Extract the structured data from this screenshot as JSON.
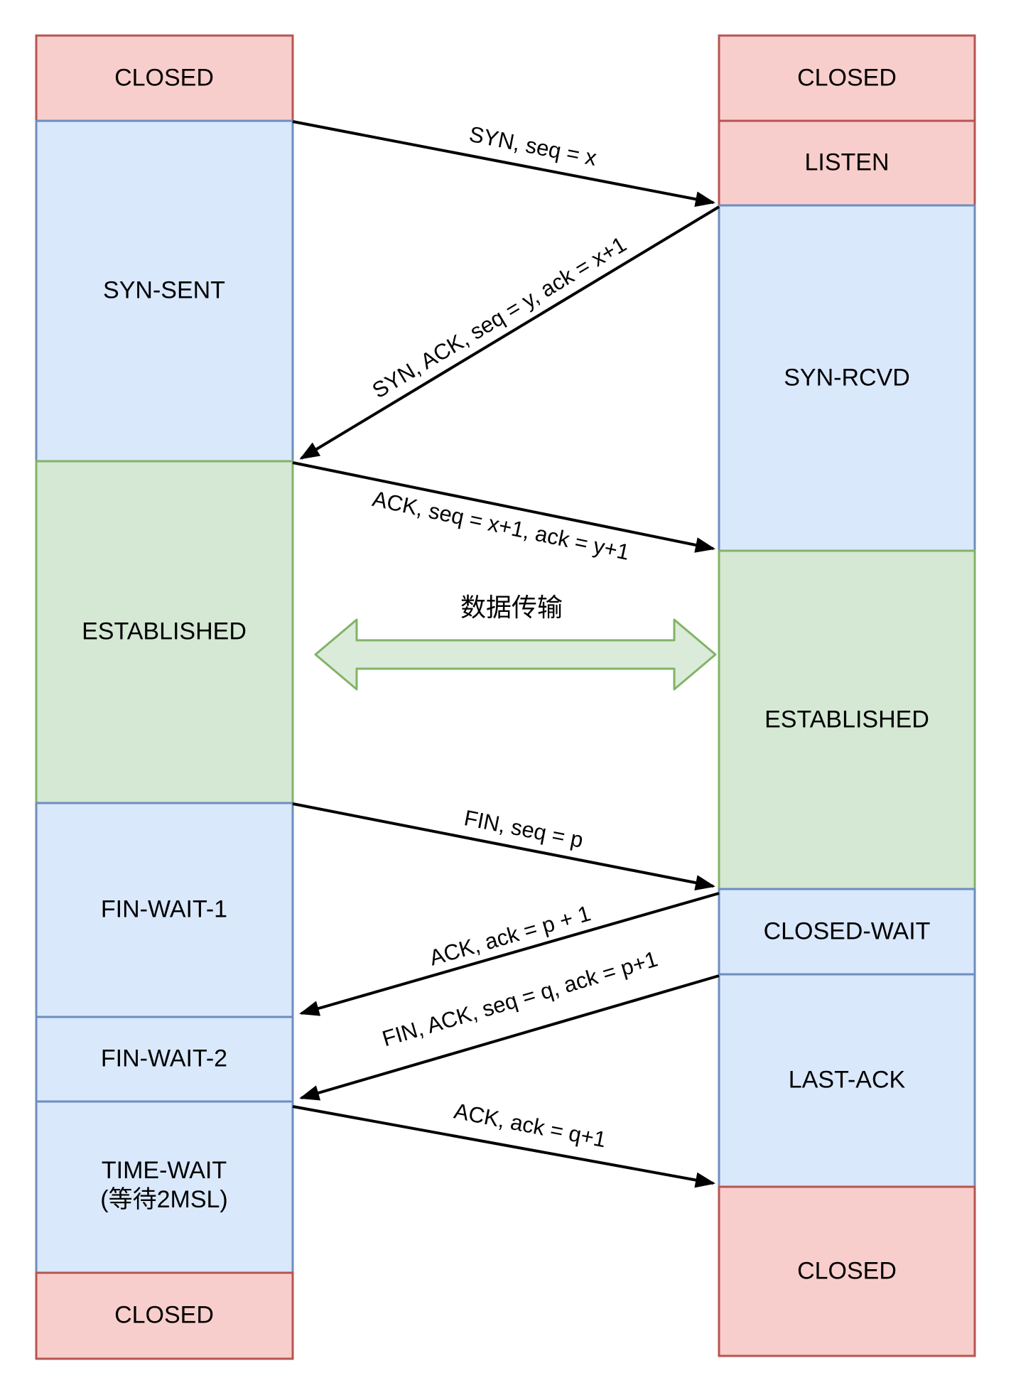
{
  "colors": {
    "closed_fill": "#f8cecc",
    "closed_stroke": "#b85450",
    "wait_fill": "#dae8fc",
    "wait_stroke": "#6c8ebf",
    "established_fill": "#d5e8d4",
    "established_stroke": "#82b366",
    "arrow": "#000000",
    "text": "#000000",
    "background": "#ffffff"
  },
  "client": {
    "states": [
      {
        "label": "CLOSED"
      },
      {
        "label": "SYN-SENT"
      },
      {
        "label": "ESTABLISHED"
      },
      {
        "label": "FIN-WAIT-1"
      },
      {
        "label": "FIN-WAIT-2"
      },
      {
        "label": "TIME-WAIT",
        "sublabel": "(等待2MSL)"
      },
      {
        "label": "CLOSED"
      }
    ]
  },
  "server": {
    "states": [
      {
        "label": "CLOSED"
      },
      {
        "label": "LISTEN"
      },
      {
        "label": "SYN-RCVD"
      },
      {
        "label": "ESTABLISHED"
      },
      {
        "label": "CLOSED-WAIT"
      },
      {
        "label": "LAST-ACK"
      },
      {
        "label": "CLOSED"
      }
    ]
  },
  "messages": [
    {
      "label": "SYN, seq = x"
    },
    {
      "label": "SYN, ACK, seq = y, ack = x+1"
    },
    {
      "label": "ACK, seq = x+1, ack = y+1"
    },
    {
      "label": "数据传输"
    },
    {
      "label": "FIN, seq = p"
    },
    {
      "label": "ACK, ack = p + 1"
    },
    {
      "label": "FIN, ACK, seq = q, ack = p+1"
    },
    {
      "label": "ACK, ack = q+1"
    }
  ]
}
